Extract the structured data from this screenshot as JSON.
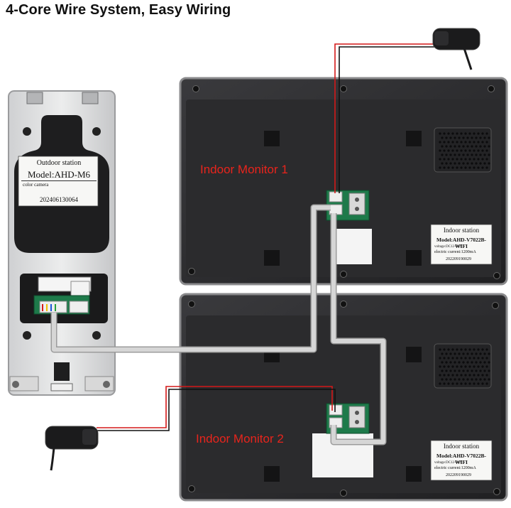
{
  "title": "4-Core Wire System, Easy Wiring",
  "outdoor": {
    "label_line1": "Outdoor station",
    "label_model": "Model:AHD-M6",
    "label_sub": "color camera",
    "label_serial": "202406130064"
  },
  "monitor1": {
    "name": "Indoor Monitor 1",
    "label_title": "Indoor station",
    "label_model": "Model:AHD-V7022B-WIFI",
    "label_voltage": "voltage:DC12~24V",
    "label_current": "electric current:1200mA",
    "label_serial": "202209190029"
  },
  "monitor2": {
    "name": "Indoor Monitor 2",
    "label_title": "Indoor station",
    "label_model": "Model:AHD-V7022B-WIFI",
    "label_voltage": "voltage:DC12~24V",
    "label_current": "electric current:1200mA",
    "label_serial": "202209190029"
  },
  "colors": {
    "monitor_body": "#2a2a2c",
    "monitor_edge": "#8a8a8c",
    "label_red": "#e8241c",
    "cable": "#c9c9c9",
    "wire_red": "#d41818",
    "wire_black": "#111111",
    "terminal_green": "#1e7a4a"
  }
}
